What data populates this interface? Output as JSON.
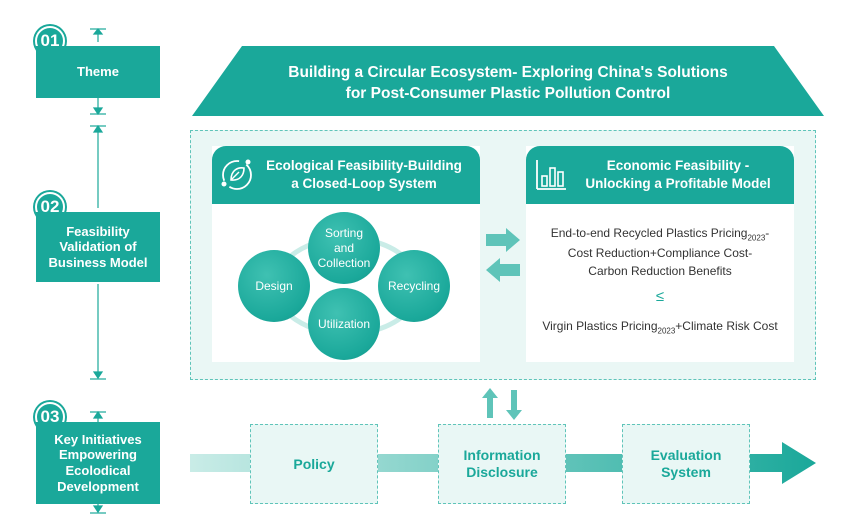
{
  "stages": [
    {
      "number": "01",
      "label": "Theme"
    },
    {
      "number": "02",
      "label": "Feasibility Validation of Business Model"
    },
    {
      "number": "03",
      "label": "Key Initiatives Empowering Ecolodical Development"
    }
  ],
  "banner": {
    "line1": "Building a Circular Ecosystem- Exploring China's Solutions",
    "line2": "for Post-Consumer Plastic Pollution Control"
  },
  "ecological": {
    "title_line1": "Ecological Feasibility-Building",
    "title_line2": "a Closed-Loop System",
    "cycle": {
      "sorting": "Sorting and Collection",
      "design": "Design",
      "recycling": "Recycling",
      "utilization": "Utilization"
    }
  },
  "economic": {
    "title_line1": "Economic Feasibility -",
    "title_line2": "Unlocking a Profitable Model",
    "formula_line1_prefix": "End-to-end Recycled Plastics Pricing",
    "formula_line1_sub": "2023",
    "formula_line1_suffix": "-",
    "formula_line2": "Cost Reduction+Compliance Cost-",
    "formula_line3": "Carbon Reduction Benefits",
    "relation": "≤",
    "formula_line4_prefix": "Virgin  Plastics Pricing",
    "formula_line4_sub": "2023",
    "formula_line4_suffix": "+Climate Risk Cost"
  },
  "initiatives": [
    "Policy",
    "Information Disclosure",
    "Evaluation System"
  ],
  "colors": {
    "teal": "#1aa89a",
    "light_teal": "#e9f7f5",
    "dashed": "#5fc4b9"
  },
  "icons": [
    "leaf-cycle-icon",
    "bar-chart-icon"
  ]
}
